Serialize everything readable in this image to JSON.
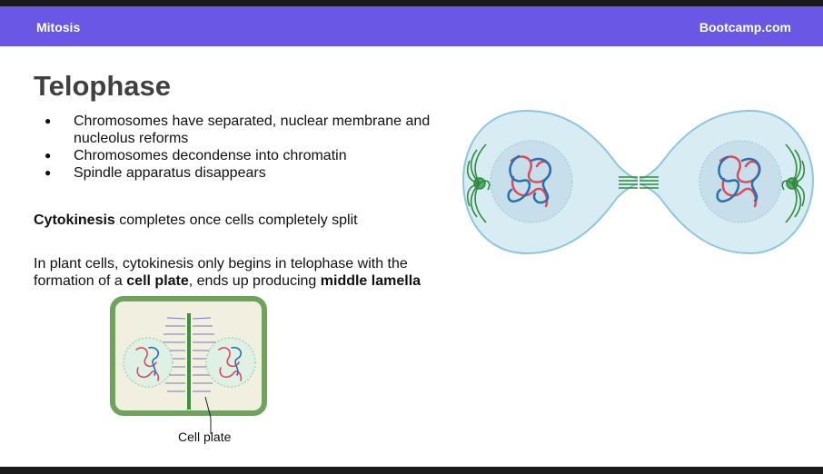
{
  "header": {
    "left": "Mitosis",
    "right": "Bootcamp.com"
  },
  "title": "Telophase",
  "bullets": [
    "Chromosomes have separated, nuclear membrane and nucleolus reforms",
    "Chromosomes decondense into chromatin",
    "Spindle apparatus disappears"
  ],
  "cytokinesis": {
    "term": "Cytokinesis",
    "rest": " completes once cells completely split"
  },
  "plant": {
    "part1": "In plant cells, cytokinesis only begins in telophase with the formation of a ",
    "term1": "cell plate",
    "part2": ", ends up producing ",
    "term2": "middle lamella"
  },
  "figure": {
    "label": "Cell plate"
  },
  "colors": {
    "header": "#6a57e6",
    "cell_fill": "#d8ecf3",
    "cell_edge": "#8fc6dc",
    "spindle": "#2f8a3a",
    "chromo_red": "#e0495a",
    "chromo_blue": "#2a6fb0",
    "plant_wall": "#6da35a",
    "plant_fill": "#f0efe0"
  }
}
